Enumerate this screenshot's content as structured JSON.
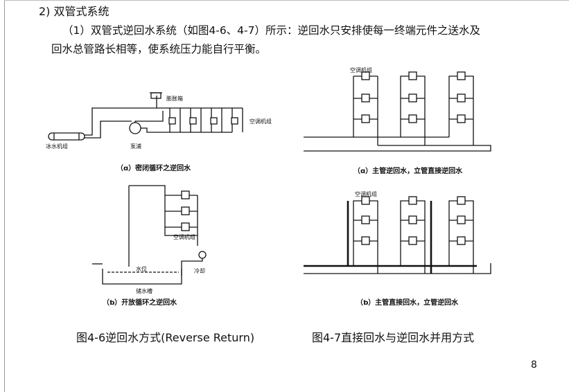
{
  "section": {
    "heading": "2) 双管式系统",
    "para_line1": "（1）双管式逆回水系统（如图4-6、4-7）所示：逆回水只安排使每一终端元件之送水及",
    "para_line2": "回水总管路长相等，使系统压力能自行平衡。"
  },
  "fig46": {
    "a_labels": {
      "expansion": "膨胀箱",
      "ahu": "空调机组",
      "chiller": "冰水机组",
      "pump": "泵浦"
    },
    "a_caption": "（ɑ）密闭循环之逆回水",
    "b_labels": {
      "ahu": "空调机组",
      "tank_top": "水位",
      "cooling": "冷却",
      "sump": "储水槽"
    },
    "b_caption": "（ƅ）开放循环之逆回水",
    "caption": "图4-6逆回水方式(Reverse Return)"
  },
  "fig47": {
    "a_labels": {
      "ahu": "空调机组"
    },
    "a_caption": "（ɑ）主管逆回水，立管直接逆回水",
    "b_labels": {
      "ahu": "空调机组"
    },
    "b_caption": "（ƅ）主管直接回水，立管逆回水",
    "caption": "图4-7直接回水与逆回水并用方式"
  },
  "page_number": "8"
}
